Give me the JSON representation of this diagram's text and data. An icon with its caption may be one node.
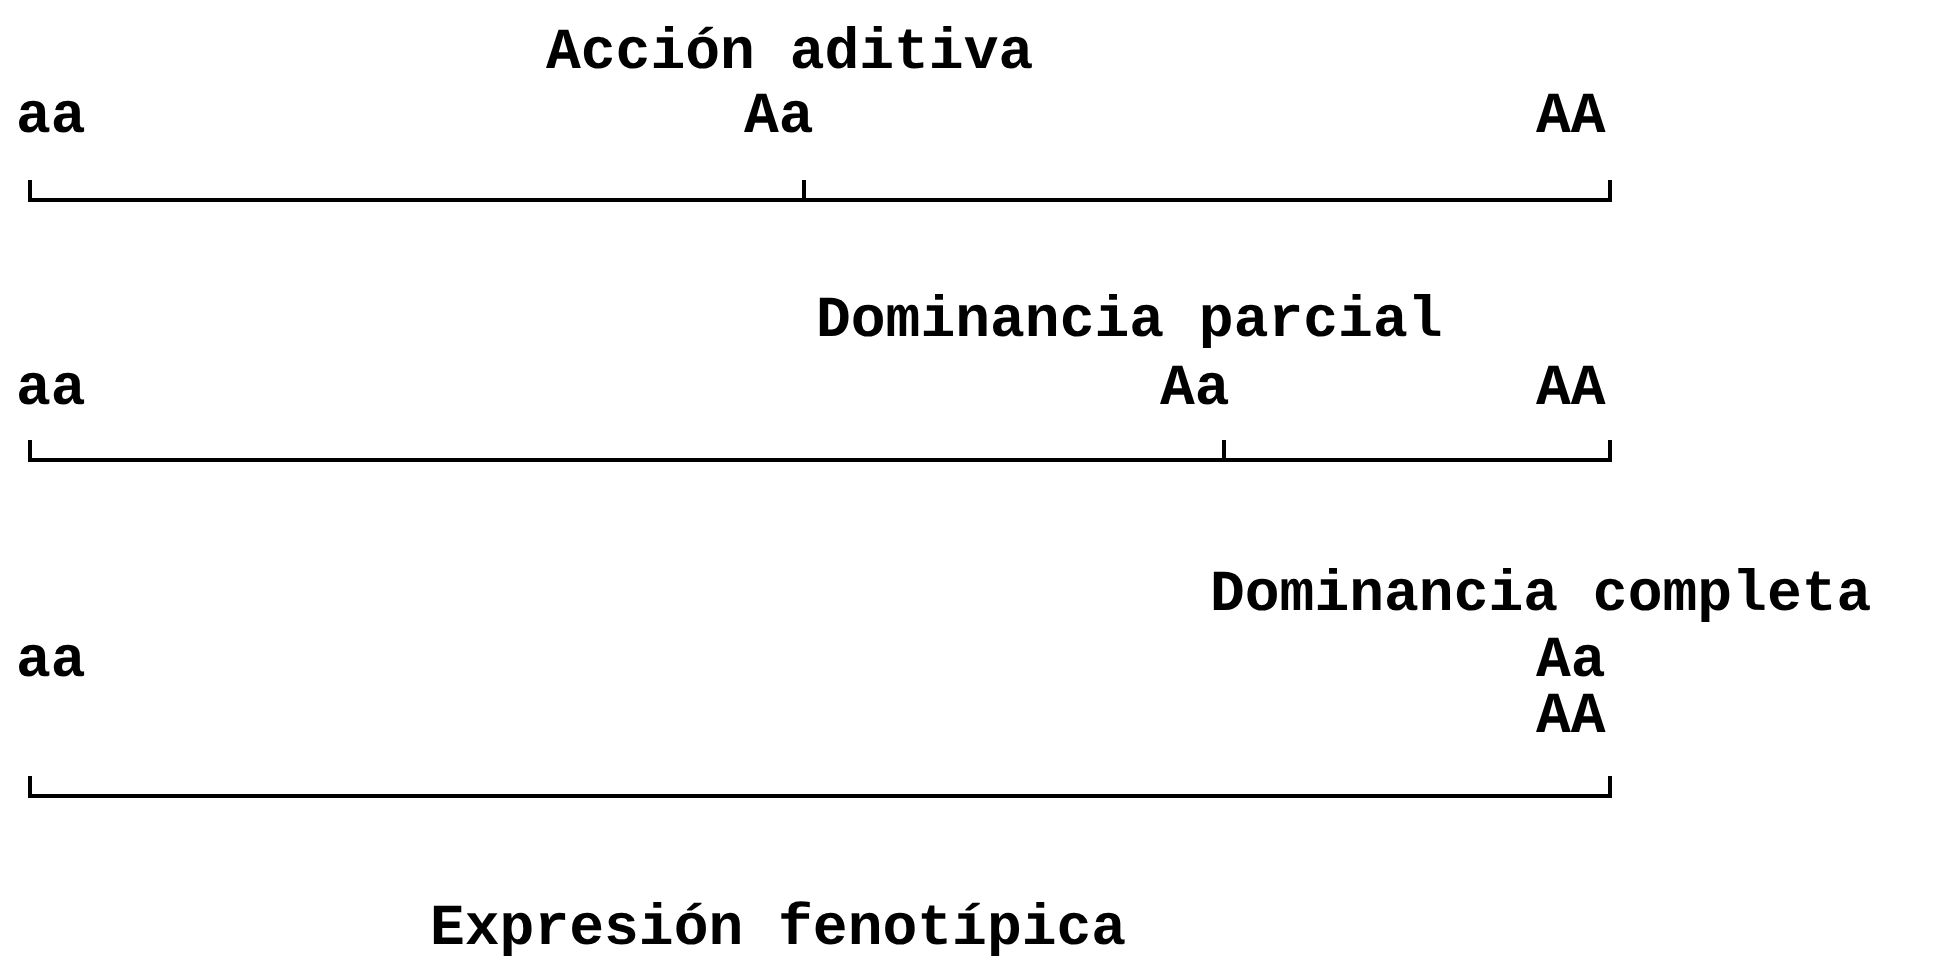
{
  "diagram": {
    "labels": [
      "Acción aditiva",
      "aa",
      "Aa",
      "AA",
      "Dominancia parcial",
      "aa",
      "Aa",
      "AA",
      "Dominancia completa",
      "aa",
      "Aa",
      "AA",
      "Expresión fenotípica"
    ]
  }
}
